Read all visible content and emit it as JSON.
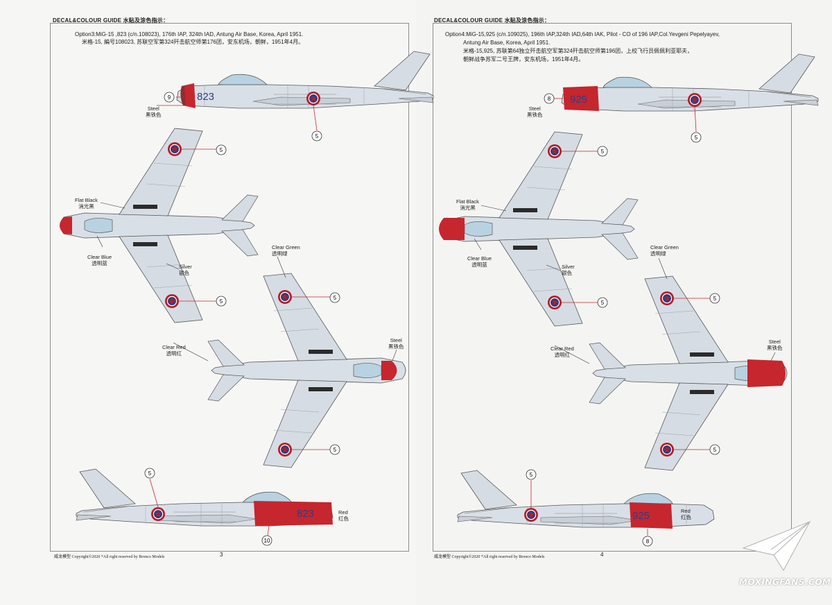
{
  "pages": [
    {
      "guide_title": "DECAL&COLOUR GUIDE 水贴及涂色指示：",
      "option_lines": [
        "Option3:MiG-15 ,823 (c/n.108023), 176th IAP, 324th IAD, Antung Air Base, Korea, April 1951.",
        "米格-15, 編号108023, 苏联空军第324歼击航空师第176团，安东机场，朝鲜，1951年4月。"
      ],
      "number": "823",
      "callouts": {
        "nose_top": "9",
        "tail_bottom": "10",
        "star": "5"
      },
      "labels": {
        "steel_side": [
          "Steel",
          "黑铁色"
        ],
        "flat_black": [
          "Flat Black",
          "消光黑"
        ],
        "clear_blue": [
          "Clear Blue",
          "透明蓝"
        ],
        "silver": [
          "Silver",
          "银色"
        ],
        "clear_green": [
          "Clear Green",
          "透明绿"
        ],
        "clear_red": [
          "Clear Red",
          "透明红"
        ],
        "steel_under": [
          "Steel",
          "黑铁色"
        ],
        "red_tail": [
          "Red",
          "红色"
        ]
      },
      "footer": "威龙模型  Copyright©2020  *All right reserved by Bronco Models",
      "page_number": "3"
    },
    {
      "guide_title": "DECAL&COLOUR GUIDE 水贴及涂色指示：",
      "option_lines": [
        "Option4:MiG-15,925 (c/n.109025), 196th IAP,324th IAD,64th IAK, Pilot - CO of 196 IAP,Col.Yevgeni Pepelyayev,",
        "Antung Air Base, Korea, April 1951.",
        "米格-15,925, 苏联第64独立歼击航空军第324歼击航空师第196团，上校飞行员佩佩利亚耶夫，",
        "朝鲜战争苏军二号王牌，安东机场，1951年4月。"
      ],
      "number": "925",
      "callouts": {
        "nose_top": "8",
        "tail_bottom": "8",
        "star": "5"
      },
      "labels": {
        "steel_side": [
          "Steel",
          "黑铁色"
        ],
        "flat_black": [
          "Flat Black",
          "消光黑"
        ],
        "clear_blue": [
          "Clear Blue",
          "透明蓝"
        ],
        "silver": [
          "Silver",
          "银色"
        ],
        "clear_green": [
          "Clear Green",
          "透明绿"
        ],
        "clear_red": [
          "Clear Red",
          "透明红"
        ],
        "steel_under": [
          "Steel",
          "黑铁色"
        ],
        "red_tail": [
          "Red",
          "红色"
        ]
      },
      "footer": "威龙模型  Copyright©2020  *All right reserved by Bronco Models",
      "page_number": "4"
    }
  ],
  "watermark": {
    "text": "MOXINGFANS.COM",
    "icon": "paper-plane-icon"
  },
  "colors": {
    "red": "#c6262e",
    "steel": "#8c2e34",
    "silver": "#d9dfe6",
    "star_red": "#b21f2a",
    "star_navy": "#2a3f86",
    "canopy": "#b8d2e2"
  }
}
